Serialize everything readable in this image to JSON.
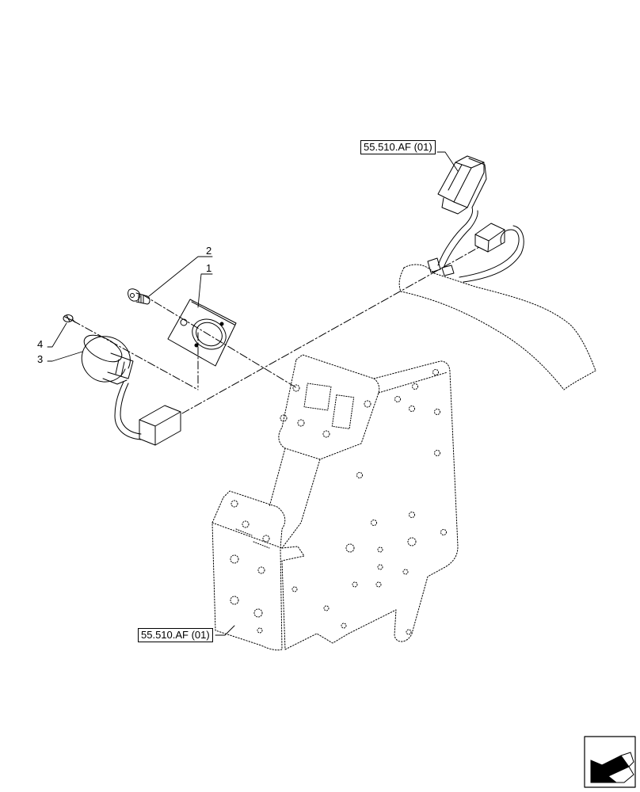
{
  "diagram": {
    "references": {
      "harness_reference": "55.510.AF (01)",
      "frame_reference": "55.510.AF (01)"
    },
    "callouts": {
      "item_1": "1",
      "item_2": "2",
      "item_3": "3",
      "item_4": "4"
    },
    "nav_icon": "arrow-left-icon"
  }
}
